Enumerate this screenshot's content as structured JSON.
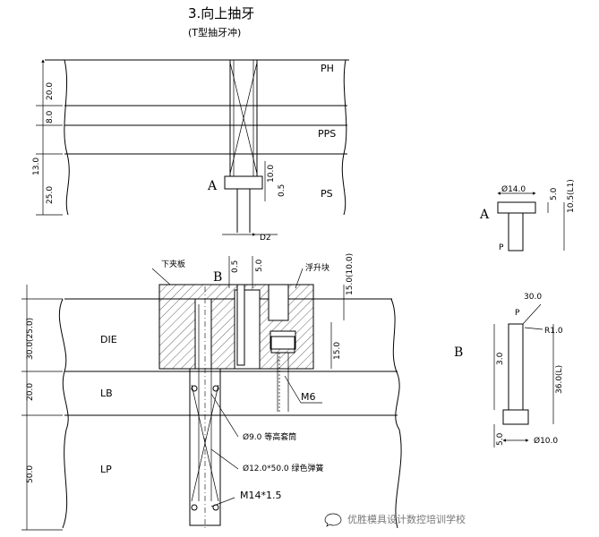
{
  "title": "3.向上抽牙",
  "subtitle": "(T型抽牙冲)",
  "plates": {
    "ph": "PH",
    "pps": "PPS",
    "ps": "PS",
    "die": "DIE",
    "lb": "LB",
    "lp": "LP"
  },
  "top_dims": {
    "d1": "20.0",
    "d2": "8.0",
    "d3": "13.0",
    "d4": "25.0",
    "d5": "10.0",
    "d6": "0.5",
    "d7": "D2"
  },
  "mid_dims": {
    "d1": "30.0(25.0)",
    "d2": "20.0",
    "d3": "50.0",
    "d4": "0.5",
    "d5": "5.0",
    "d6": "15.0(10.0)",
    "d7": "15.0"
  },
  "labels": {
    "detail_a": "A",
    "detail_b": "B",
    "lower_clamp": "下夹板",
    "lifter": "浮升块",
    "m6": "M6",
    "equal_sleeve": "Ø9.0 等高套筒",
    "spring": "Ø12.0*50.0 绿色弹簧",
    "m14": "M14*1.5"
  },
  "detail_a": {
    "label": "A",
    "d1": "Ø14.0",
    "d2": "5.0",
    "d3": "10.5(L1)",
    "d4": "P"
  },
  "detail_b": {
    "label": "B",
    "d1": "30.0",
    "d2": "P",
    "d3": "R1.0",
    "d4": "3.0",
    "d5": "36.0(L)",
    "d6": "5.0",
    "d7": "Ø10.0"
  },
  "watermark": "优胜模具设计数控培训学校"
}
